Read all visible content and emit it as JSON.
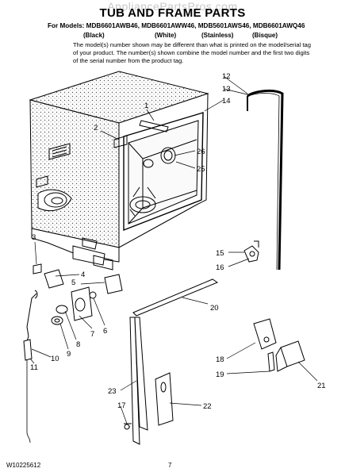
{
  "watermark": "AppliancePartsPros.com",
  "title": "TUB AND FRAME PARTS",
  "models": "For Models: MDB6601AWB46, MDB6601AWW46, MDB5601AWS46, MDB6601AWQ46",
  "finishes": [
    "(Black)",
    "(White)",
    "(Stainless)",
    "(Bisque)"
  ],
  "note": "The model(s) number shown may be different than what is printed on the model/serial tag of your product. The number(s) shown combine the model number and the first two digits of the serial number from the product tag.",
  "callouts": {
    "c1": "1",
    "c2": "2",
    "c3": "3",
    "c4": "4",
    "c5": "5",
    "c6": "6",
    "c7": "7",
    "c8": "8",
    "c9": "9",
    "c10": "10",
    "c11": "11",
    "c12": "12",
    "c13": "13",
    "c14": "14",
    "c15": "15",
    "c16": "16",
    "c17": "17",
    "c18": "18",
    "c19": "19",
    "c20": "20",
    "c21": "21",
    "c22": "22",
    "c23": "23",
    "c25": "25",
    "c26": "26"
  },
  "footer": {
    "doc_number": "W10225612",
    "page": "7"
  }
}
